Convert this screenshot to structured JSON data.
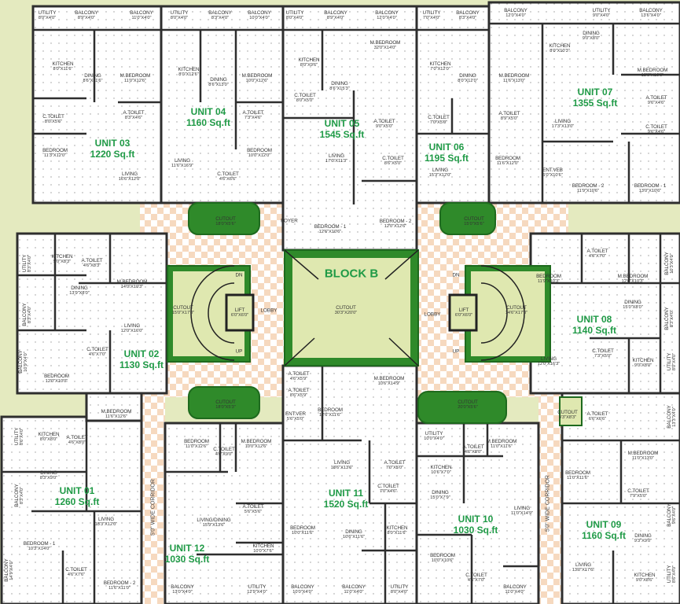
{
  "block_title": "BLOCK B",
  "colors": {
    "background": "#e4eabf",
    "unit_label": "#1f9a46",
    "wall": "#2e2e2e",
    "corridor_tile": "#f6d9bf",
    "landscape": "#2f8a2a",
    "cutout_fill": "#dfe8b0"
  },
  "units": [
    {
      "name": "UNIT 01",
      "area": "1260 Sq.ft"
    },
    {
      "name": "UNIT 02",
      "area": "1130 Sq.ft"
    },
    {
      "name": "UNIT 03",
      "area": "1220 Sq.ft"
    },
    {
      "name": "UNIT 04",
      "area": "1160 Sq.ft"
    },
    {
      "name": "UNIT 05",
      "area": "1545 Sq.ft"
    },
    {
      "name": "UNIT 06",
      "area": "1195 Sq.ft"
    },
    {
      "name": "UNIT 07",
      "area": "1355 Sq.ft"
    },
    {
      "name": "UNIT 08",
      "area": "1140 Sq.ft"
    },
    {
      "name": "UNIT 09",
      "area": "1160 Sq.ft"
    },
    {
      "name": "UNIT 10",
      "area": "1030 Sq.ft"
    },
    {
      "name": "UNIT 11",
      "area": "1520 Sq.ft"
    },
    {
      "name": "UNIT 12",
      "area": "1030 Sq.ft"
    }
  ],
  "common": {
    "foyer": "FOYER",
    "lobby_left": "LOBBY",
    "lobby_right": "LOBBY",
    "dn_left": "DN",
    "up_left": "UP",
    "dn_right": "DN",
    "up_right": "UP",
    "corridor_left": "5'0\" WIDE CORRIDOR",
    "corridor_right": "5'0\" WIDE CORRIDOR"
  },
  "rooms": [
    {
      "name": "UTILITY",
      "dim": "8'0\"X4'0\""
    },
    {
      "name": "BALCONY",
      "dim": "8'9\"X4'0\""
    },
    {
      "name": "BALCONY",
      "dim": "11'0\"X4'0\""
    },
    {
      "name": "UTILITY",
      "dim": "8'0\"X4'0\""
    },
    {
      "name": "BALCONY",
      "dim": "8'3\"X4'0\""
    },
    {
      "name": "BALCONY",
      "dim": "10'0\"X4'0\""
    },
    {
      "name": "KITCHEN",
      "dim": "8'0\"X11'6\""
    },
    {
      "name": "DINING",
      "dim": "8'6\"X11'6\""
    },
    {
      "name": "M.BEDROOM",
      "dim": "11'0\"X12'6\""
    },
    {
      "name": "KITCHEN",
      "dim": "8'0\"X12'6\""
    },
    {
      "name": "DINING",
      "dim": "8'6\"X13'0\""
    },
    {
      "name": "M.BEDROOM",
      "dim": "10'0\"X12'6\""
    },
    {
      "name": "C.TOILET",
      "dim": "8'0\"X5'6\""
    },
    {
      "name": "A.TOILET",
      "dim": "8'3\"X4'6\""
    },
    {
      "name": "A.TOILET",
      "dim": "7'3\"X4'6\""
    },
    {
      "name": "BEDROOM",
      "dim": "11'3\"X12'0\""
    },
    {
      "name": "LIVING",
      "dim": "16'6\"X12'0\""
    },
    {
      "name": "LIVING",
      "dim": "11'6\"X16'9\""
    },
    {
      "name": "C.TOILET",
      "dim": "4'6\"X6'6\""
    },
    {
      "name": "BEDROOM",
      "dim": "10'0\"X12'0\""
    },
    {
      "name": "UTILITY",
      "dim": "8'0\"X4'0\""
    },
    {
      "name": "BALCONY",
      "dim": "8'9\"X4'0\""
    },
    {
      "name": "BALCONY",
      "dim": "12'0\"X4'0\""
    },
    {
      "name": "UTILITY",
      "dim": "7'0\"X4'0\""
    },
    {
      "name": "BALCONY",
      "dim": "8'3\"X4'0\""
    },
    {
      "name": "BALCONY",
      "dim": "12'0\"X4'0\""
    },
    {
      "name": "UTILITY",
      "dim": "9'0\"X4'0\""
    },
    {
      "name": "BALCONY",
      "dim": "13'6\"X4'0\""
    },
    {
      "name": "KITCHEN",
      "dim": "8'0\"X9'6\""
    },
    {
      "name": "M.BEDROOM",
      "dim": "32'0\"X14'0\""
    },
    {
      "name": "KITCHEN",
      "dim": "7'0\"X12'0\""
    },
    {
      "name": "DINING",
      "dim": "8'0\"X12'0\""
    },
    {
      "name": "KITCHEN",
      "dim": "8'0\"X10'3\""
    },
    {
      "name": "DINING",
      "dim": "9'0\"X8'0\""
    },
    {
      "name": "M.BEDROOM",
      "dim": "13'0\"X10'0\""
    },
    {
      "name": "DINING",
      "dim": "8'6\"X15'3\""
    },
    {
      "name": "M.BEDROOM",
      "dim": "11'6\"X13'0\""
    },
    {
      "name": "C.TOILET",
      "dim": "8'0\"X5'0\""
    },
    {
      "name": "A.TOILET",
      "dim": "9'6\"X4'6\""
    },
    {
      "name": "A.TOILET",
      "dim": "9'0\"X5'0\""
    },
    {
      "name": "C.TOILET",
      "dim": "7'0\"X5'0\""
    },
    {
      "name": "A.TOILET",
      "dim": "8'9\"X5'0\""
    },
    {
      "name": "LIVING",
      "dim": "17'3\"X13'0\""
    },
    {
      "name": "C.TOILET",
      "dim": "9'6\"X4'6\""
    },
    {
      "name": "LIVING",
      "dim": "17'0\"X11'3\""
    },
    {
      "name": "C.TOILET",
      "dim": "8'6\"X5'0\""
    },
    {
      "name": "LIVING",
      "dim": "15'3\"X12'0\""
    },
    {
      "name": "BEDROOM",
      "dim": "11'6\"X12'0\""
    },
    {
      "name": "ENT.VEB",
      "dim": "5'0\"X10'6\""
    },
    {
      "name": "BEDROOM - 2",
      "dim": "11'9\"X10'6\""
    },
    {
      "name": "BEDROOM - 1",
      "dim": "13'0\"X10'6\""
    },
    {
      "name": "CUTOUT",
      "dim": "18'0\"X5'6\""
    },
    {
      "name": "BEDROOM - 1",
      "dim": "12'6\"X10'6\""
    },
    {
      "name": "BEDROOM - 2",
      "dim": "12'0\"X12'6\""
    },
    {
      "name": "CUTOUT",
      "dim": "15'0\"X5'6\""
    },
    {
      "name": "UTILITY",
      "dim": "8'3\"X4'0\""
    },
    {
      "name": "KITCHEN",
      "dim": "9'0\"X8'3\""
    },
    {
      "name": "A.TOILET",
      "dim": "4'6\"X8'3\""
    },
    {
      "name": "M.BEDROOM",
      "dim": "14'0\"X10'3\""
    },
    {
      "name": "DINING",
      "dim": "13'9\"X8'0\""
    },
    {
      "name": "BALCONY",
      "dim": "8'3\"X4'0\""
    },
    {
      "name": "CUTOUT",
      "dim": "15'0\"X17'0\""
    },
    {
      "name": "LIFT",
      "dim": "6'0\"X6'0\""
    },
    {
      "name": "LIVING",
      "dim": "12'0\"X16'0\""
    },
    {
      "name": "C.TOILET",
      "dim": "4'6\"X7'0\""
    },
    {
      "name": "BALCONY",
      "dim": "10'9\"X4'0\""
    },
    {
      "name": "BEDROOM",
      "dim": "12'0\"X10'0\""
    },
    {
      "name": "A.TOILET",
      "dim": "4'6\"X5'9\""
    },
    {
      "name": "CUTOUT",
      "dim": "30'3\"X20'0\""
    },
    {
      "name": "LIFT",
      "dim": "6'0\"X6'0\""
    },
    {
      "name": "CUTOUT",
      "dim": "14'6\"X17'0\""
    },
    {
      "name": "BEDROOM",
      "dim": "11'9\"X10'3\""
    },
    {
      "name": "A.TOILET",
      "dim": "4'6\"X7'0\""
    },
    {
      "name": "M.BEDROOM",
      "dim": "12'0\"X10'3\""
    },
    {
      "name": "BALCONY",
      "dim": "10'3\"X4'0\""
    },
    {
      "name": "DINING",
      "dim": "15'0\"X8'0\""
    },
    {
      "name": "BALCONY",
      "dim": "8'3\"X4'0\""
    },
    {
      "name": "LIVING",
      "dim": "12'0\"X16'3\""
    },
    {
      "name": "C.TOILET",
      "dim": "7'3\"X5'0\""
    },
    {
      "name": "KITCHEN",
      "dim": "9'0\"X8'0\""
    },
    {
      "name": "UTILITY",
      "dim": "8'0\"X4'0\""
    },
    {
      "name": "M.BEDROOM",
      "dim": "10'6\"X14'9\""
    },
    {
      "name": "A.TOILET",
      "dim": "8'6\"X5'9\""
    },
    {
      "name": "M.BEDROOM",
      "dim": "11'6\"X12'6\""
    },
    {
      "name": "CUTOUT",
      "dim": "18'0\"X5'3\""
    },
    {
      "name": "ENT.VER",
      "dim": "5'6\"X5'0\""
    },
    {
      "name": "BEDROOM",
      "dim": "12'6\"X11'6\""
    },
    {
      "name": "UTILITY",
      "dim": "8'6\"X4'0\""
    },
    {
      "name": "KITCHEN",
      "dim": "8'0\"X8'0\""
    },
    {
      "name": "A.TOILET",
      "dim": "4'6\"X8'0\""
    },
    {
      "name": "BEDROOM",
      "dim": "11'0\"X12'6\""
    },
    {
      "name": "C.TOILET",
      "dim": "4'6\"X9'0\""
    },
    {
      "name": "M.BEDROOM",
      "dim": "10'0\"X12'6\""
    },
    {
      "name": "DINING",
      "dim": "8'3\"X9'0\""
    },
    {
      "name": "LIVING",
      "dim": "18'6\"X13'6\""
    },
    {
      "name": "BALCONY",
      "dim": "8'3\"X4'0\""
    },
    {
      "name": "LIVING",
      "dim": "18'3\"X12'0\""
    },
    {
      "name": "A.TOILET",
      "dim": "5'6\"X5'6\""
    },
    {
      "name": "LIVING/DINING",
      "dim": "15'9\"X13'6\""
    },
    {
      "name": "BEDROOM",
      "dim": "10'0\"X11'6\""
    },
    {
      "name": "BEDROOM - 1",
      "dim": "10'3\"X14'0\""
    },
    {
      "name": "KITCHEN",
      "dim": "10'0\"X7'6\""
    },
    {
      "name": "BALCONY",
      "dim": "14'9\"X4'0\""
    },
    {
      "name": "C.TOILET",
      "dim": "4'6\"X7'6\""
    },
    {
      "name": "BEDROOM - 2",
      "dim": "11'6\"X11'0\""
    },
    {
      "name": "BALCONY",
      "dim": "13'0\"X4'0\""
    },
    {
      "name": "UTILITY",
      "dim": "12'9\"X4'0\""
    },
    {
      "name": "BALCONY",
      "dim": "10'0\"X4'0\""
    },
    {
      "name": "CUTOUT",
      "dim": "20'0\"X5'6\""
    },
    {
      "name": "CUTOUT",
      "dim": "4'3\"X8'3\""
    },
    {
      "name": "A.TOILET",
      "dim": "6'6\"X6'6\""
    },
    {
      "name": "BALCONY",
      "dim": "13'3\"X4'0\""
    },
    {
      "name": "UTILITY",
      "dim": "10'0\"X4'0\""
    },
    {
      "name": "A.TOILET",
      "dim": "4'6\"X8'0\""
    },
    {
      "name": "M.BEDROOM",
      "dim": "11'0\"X11'6\""
    },
    {
      "name": "A.TOILET",
      "dim": "7'0\"X5'0\""
    },
    {
      "name": "KITCHEN",
      "dim": "10'6\"X7'0\""
    },
    {
      "name": "BEDROOM",
      "dim": "11'0\"X11'6\""
    },
    {
      "name": "M.BEDROOM",
      "dim": "11'0\"X13'0\""
    },
    {
      "name": "C.TOILET",
      "dim": "7'0\"X4'6\""
    },
    {
      "name": "DINING",
      "dim": "15'0\"X7'9\""
    },
    {
      "name": "C.TOILET",
      "dim": "7'9\"X5'0\""
    },
    {
      "name": "LIVING",
      "dim": "11'0\"X14'9\""
    },
    {
      "name": "BALCONY",
      "dim": "9'6\"X4'0\""
    },
    {
      "name": "DINING",
      "dim": "10'6\"X11'6\""
    },
    {
      "name": "KITCHEN",
      "dim": "8'0\"X11'6\""
    },
    {
      "name": "DINING",
      "dim": "9'3\"X9'0\""
    },
    {
      "name": "BEDROOM",
      "dim": "10'0\"X10'6\""
    },
    {
      "name": "LIVING",
      "dim": "13'0\"X17'6\""
    },
    {
      "name": "C.TOILET",
      "dim": "4'6\"X7'0\""
    },
    {
      "name": "KITCHEN",
      "dim": "9'0\"X8'6\""
    },
    {
      "name": "UTILITY",
      "dim": "8'6\"X4'0\""
    },
    {
      "name": "BALCONY",
      "dim": "11'0\"X4'0\""
    },
    {
      "name": "UTILITY",
      "dim": "8'0\"X4'0\""
    },
    {
      "name": "BALCONY",
      "dim": "11'0\"X4'0\""
    }
  ]
}
